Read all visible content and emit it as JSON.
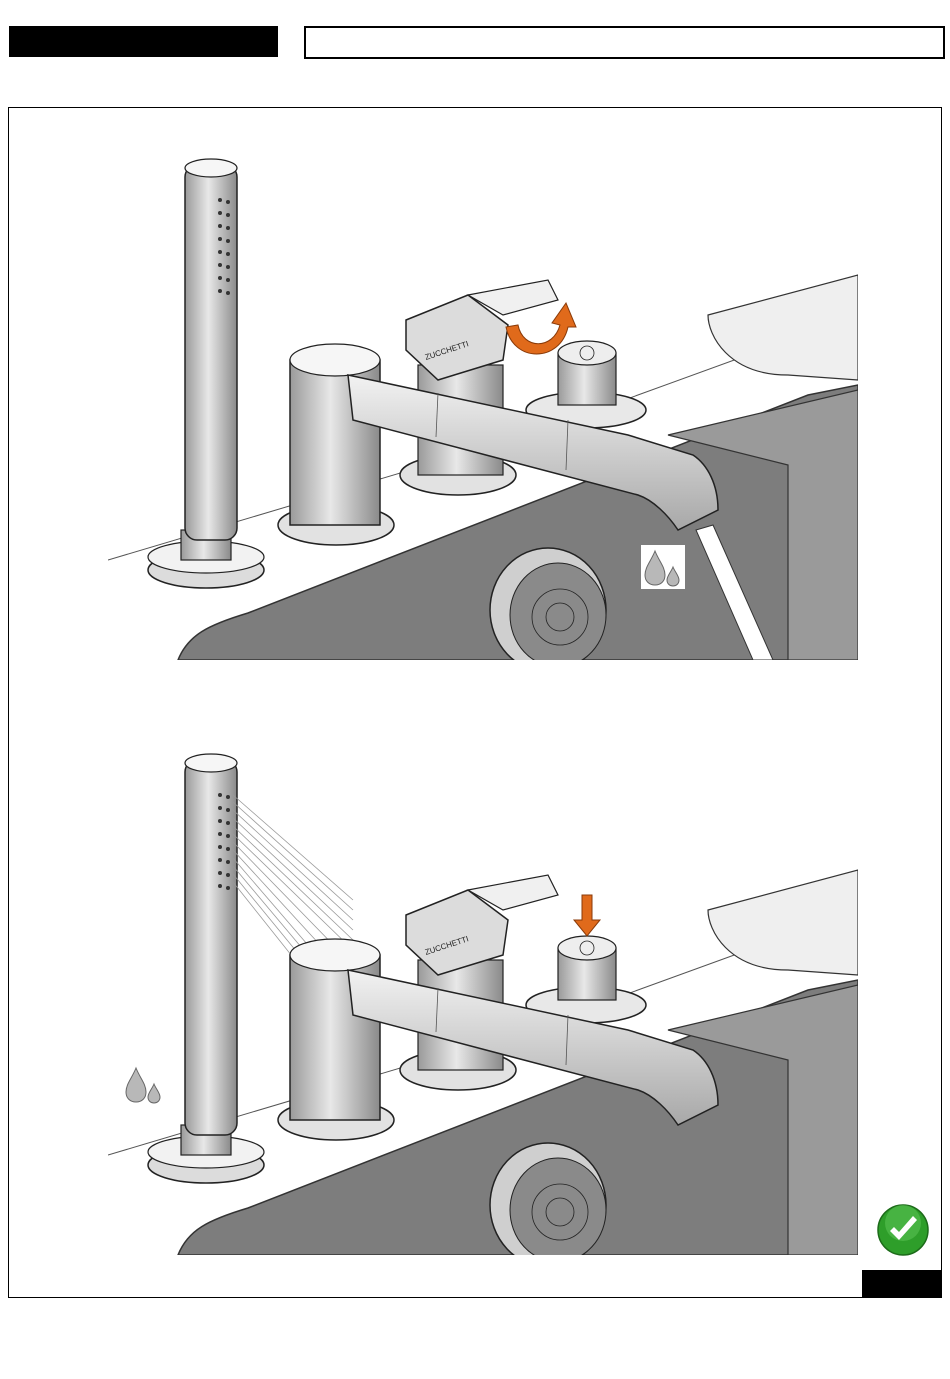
{
  "header": {
    "left_block": "",
    "title_box": ""
  },
  "figures": [
    {
      "name": "step-open-spout",
      "action_icon": "curved-arrow-up-icon",
      "indicator_icon": "water-drops-icon",
      "brand_mark": "ZUCCHETTI"
    },
    {
      "name": "step-press-diverter",
      "action_icon": "arrow-down-icon",
      "indicator_icon": "water-drops-icon",
      "brand_mark": "ZUCCHETTI"
    }
  ],
  "status": {
    "icon": "green-check-icon",
    "color": "#2e9e2a"
  },
  "footer": {
    "page_block": ""
  },
  "colors": {
    "accent_arrow": "#e06a1b",
    "tub_grey": "#7d7d7d",
    "metal": "#d8d8d8"
  }
}
